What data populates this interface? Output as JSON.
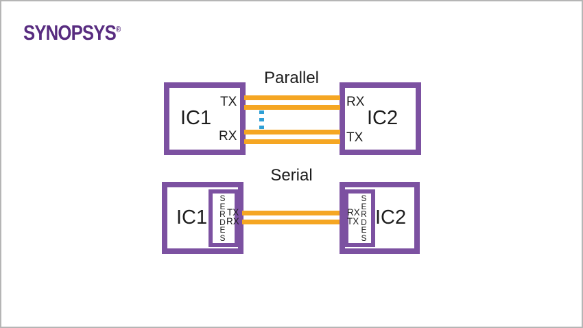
{
  "logo": {
    "brand": "SYNOPSYS",
    "registered_mark": "®",
    "color": "#582c80"
  },
  "colors": {
    "box_border_purple": "#7c51a1",
    "wire_yellow": "#f5a623",
    "ellipsis_blue": "#2e9fd6",
    "frame_gray": "#b5b5b5",
    "text_dark": "#1d1d1d",
    "background": "#ffffff"
  },
  "parallel": {
    "title": "Parallel",
    "wire_count": 4,
    "has_ellipsis_dots": true,
    "ic1": {
      "label": "IC1",
      "top_port": "TX",
      "bottom_port": "RX"
    },
    "ic2": {
      "label": "IC2",
      "top_port": "RX",
      "bottom_port": "TX"
    }
  },
  "serial": {
    "title": "Serial",
    "wire_count": 2,
    "ic1": {
      "label": "IC1",
      "serdes_label": "SERDES",
      "top_port": "TX",
      "bottom_port": "RX"
    },
    "ic2": {
      "label": "IC2",
      "serdes_label": "SERDES",
      "top_port": "RX",
      "bottom_port": "TX"
    }
  }
}
